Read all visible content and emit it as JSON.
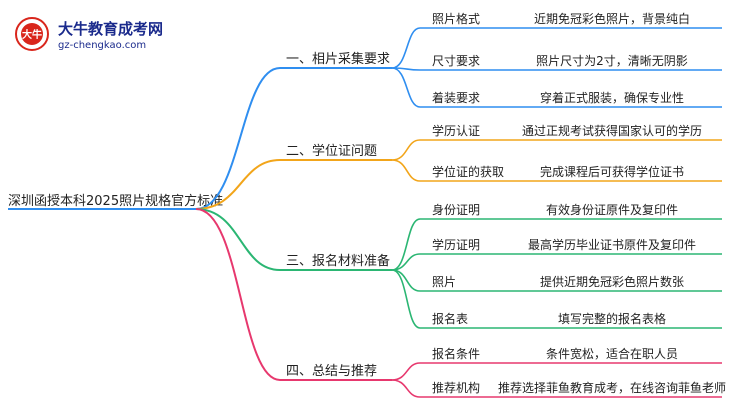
{
  "logo": {
    "name": "大牛教育成考网",
    "url": "gz-chengkao.com",
    "badge_text": "大牛"
  },
  "root": {
    "label": "深圳函授本科2025照片规格官方标准"
  },
  "colors": {
    "branch1": "#2f8ef0",
    "branch2": "#f2a51a",
    "branch3": "#2bb673",
    "branch4": "#e7386e",
    "root_line": "#2f8ef0"
  },
  "branches": [
    {
      "label": "一、相片采集要求",
      "children": [
        {
          "label": "照片格式",
          "detail": "近期免冠彩色照片，背景纯白"
        },
        {
          "label": "尺寸要求",
          "detail": "照片尺寸为2寸，清晰无阴影"
        },
        {
          "label": "着装要求",
          "detail": "穿着正式服装，确保专业性"
        }
      ]
    },
    {
      "label": "二、学位证问题",
      "children": [
        {
          "label": "学历认证",
          "detail": "通过正规考试获得国家认可的学历"
        },
        {
          "label": "学位证的获取",
          "detail": "完成课程后可获得学位证书"
        }
      ]
    },
    {
      "label": "三、报名材料准备",
      "children": [
        {
          "label": "身份证明",
          "detail": "有效身份证原件及复印件"
        },
        {
          "label": "学历证明",
          "detail": "最高学历毕业证书原件及复印件"
        },
        {
          "label": "照片",
          "detail": "提供近期免冠彩色照片数张"
        },
        {
          "label": "报名表",
          "detail": "填写完整的报名表格"
        }
      ]
    },
    {
      "label": "四、总结与推荐",
      "children": [
        {
          "label": "报名条件",
          "detail": "条件宽松，适合在职人员"
        },
        {
          "label": "推荐机构",
          "detail": "推荐选择菲鱼教育成考，在线咨询菲鱼老师"
        }
      ]
    }
  ]
}
